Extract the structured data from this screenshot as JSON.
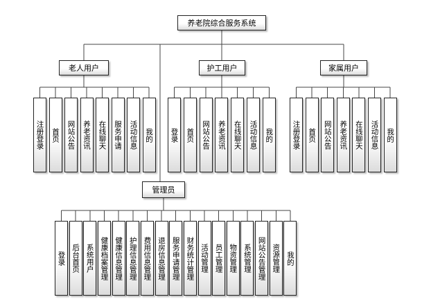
{
  "root": {
    "label": "养老院综合服务系统"
  },
  "groups": [
    {
      "label": "老人用户",
      "items": [
        "注册登录",
        "首页",
        "网站公告",
        "养老资讯",
        "在线聊天",
        "服务申请",
        "活动信息",
        "我的"
      ]
    },
    {
      "label": "护工用户",
      "items": [
        "登录",
        "首页",
        "网站公告",
        "养老资讯",
        "在线聊天",
        "活动信息",
        "我的"
      ]
    },
    {
      "label": "家属用户",
      "items": [
        "注册登录",
        "首页",
        "网站公告",
        "养老资讯",
        "在线聊天",
        "活动信息",
        "我的"
      ]
    }
  ],
  "admin": {
    "label": "管理员",
    "items": [
      "登录",
      "后台首页",
      "系统用户",
      "健康档案管理",
      "健康信息管理",
      "护理信息管理",
      "费用信息管理",
      "退房信息管理",
      "服务申请管理",
      "财务统计管理",
      "活动管理",
      "员工管理",
      "物资管理",
      "系统管理",
      "网站公告管理",
      "资源管理",
      "我的"
    ]
  }
}
